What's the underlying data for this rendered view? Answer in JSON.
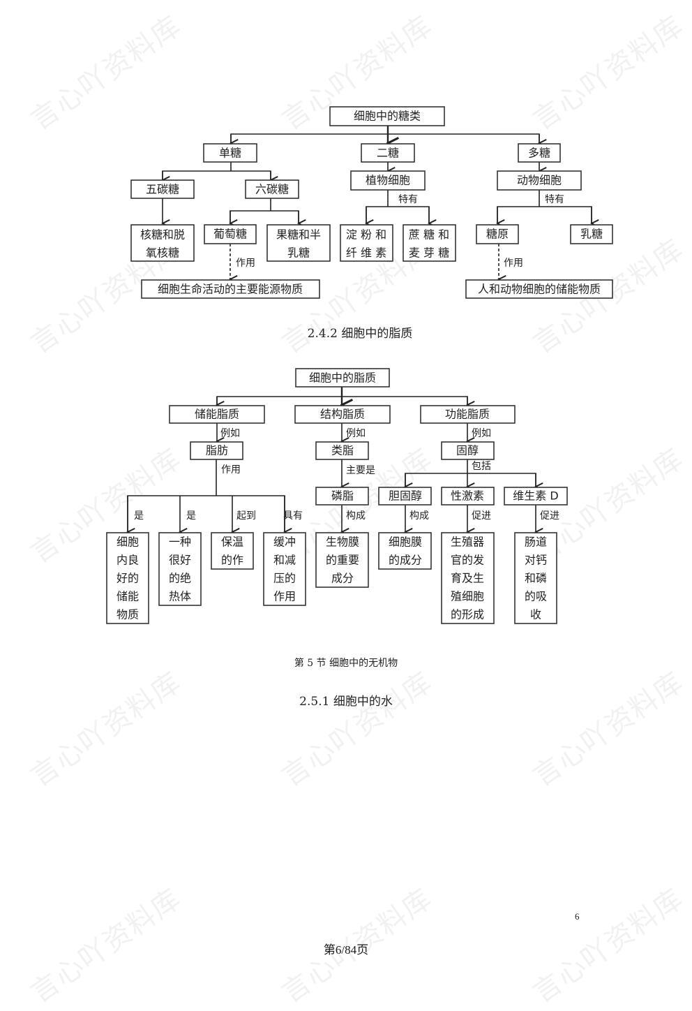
{
  "watermark": "言心吖资料库",
  "sugar_diagram": {
    "root": "细胞中的糖类",
    "mono": "单糖",
    "di": "二糖",
    "poly": "多糖",
    "pentose": "五碳糖",
    "hexose": "六碳糖",
    "plant_cell": "植物细胞",
    "animal_cell": "动物细胞",
    "ribose_line1": "核糖和脱",
    "ribose_line2": "氧核糖",
    "glucose": "葡萄糖",
    "fructose_line1": "果糖和半",
    "fructose_line2": "乳糖",
    "starch_line1": "淀 粉 和",
    "starch_line2": "纤 维 素",
    "sucrose_line1": "蔗 糖 和",
    "sucrose_line2": "麦 芽 糖",
    "glycogen": "糖原",
    "lactose": "乳糖",
    "energy_source": "细胞生命活动的主要能源物质",
    "energy_storage": "人和动物细胞的储能物质",
    "label_specific_plant": "特有",
    "label_specific_animal": "特有",
    "label_function_1": "作用",
    "label_function_2": "作用"
  },
  "headings": {
    "lipid_section": "2.4.2 细胞中的脂质",
    "section5": "第 5 节   细胞中的无机物",
    "water_section": "2.5.1 细胞中的水"
  },
  "lipid_diagram": {
    "root": "细胞中的脂质",
    "storage": "储能脂质",
    "structural": "结构脂质",
    "functional": "功能脂质",
    "fat": "脂肪",
    "lipoid": "类脂",
    "sterol": "固醇",
    "phospholipid": "磷脂",
    "cholesterol": "胆固醇",
    "sex_hormone": "性激素",
    "vitamin_d": "维生素 D",
    "label_eg1": "例如",
    "label_eg2": "例如",
    "label_eg3": "例如",
    "label_function": "作用",
    "label_mainly": "主要是",
    "label_include": "包括",
    "label_is1": "是",
    "label_is2": "是",
    "label_plays": "起到",
    "label_has": "具有",
    "label_forms1": "构成",
    "label_forms2": "构成",
    "label_promotes1": "促进",
    "label_promotes2": "促进",
    "fat_role1": [
      "细胞",
      "内良",
      "好的",
      "储能",
      "物质"
    ],
    "fat_role2": [
      "一种",
      "很好",
      "的绝",
      "热体"
    ],
    "fat_role3": [
      "保温",
      "的作"
    ],
    "fat_role4": [
      "缓冲",
      "和减",
      "压的",
      "作用"
    ],
    "phospholipid_role": [
      "生物膜",
      "的重要",
      "成分"
    ],
    "cholesterol_role": [
      "细胞膜",
      "的成分"
    ],
    "hormone_role": [
      "生殖器",
      "官的发",
      "育及生",
      "殖细胞",
      "的形成"
    ],
    "vitamin_role": [
      "肠道",
      "对钙",
      "和磷",
      "的吸",
      "收"
    ]
  },
  "footer": {
    "page_number": "6",
    "page_counter": "第6/84页"
  }
}
